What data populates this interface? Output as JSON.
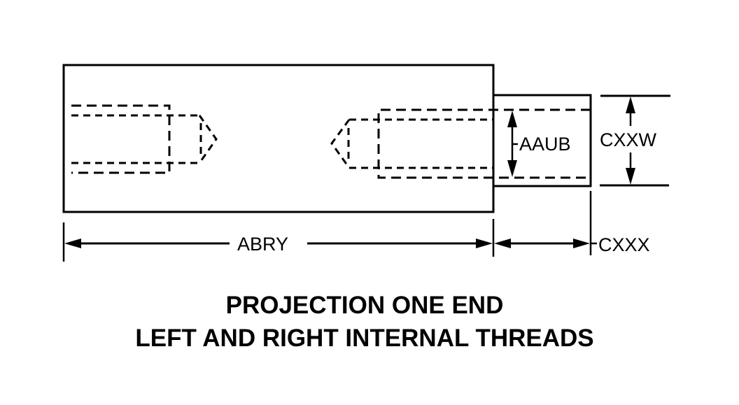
{
  "drawing": {
    "type": "technical-drawing",
    "subject": "threaded part with projection one end",
    "dimensions": {
      "overall_length_label": "ABRY",
      "projection_length_label": "CXXX",
      "projection_diameter_label": "CXXW",
      "internal_thread_label": "AAUB"
    },
    "features": [
      "main body",
      "projection",
      "left internal thread",
      "right internal thread"
    ]
  },
  "title": {
    "line1": "PROJECTION ONE END",
    "line2": "LEFT AND RIGHT INTERNAL THREADS"
  },
  "colors": {
    "ink": "#000000",
    "background": "#ffffff"
  }
}
